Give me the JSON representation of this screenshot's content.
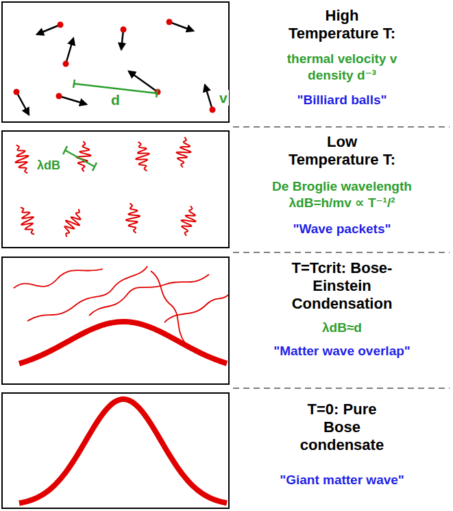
{
  "diagram": {
    "nodes": [
      {
        "text": [
          "High Temperature T:",
          "thermal velocity v density d⁻³",
          "\"Billiard balls\""
        ]
      },
      {
        "text": [
          "Low Temperature T:",
          "De Broglie wavelength λdB=h/mv ∝ T⁻¹/²",
          "\"Wave packets\""
        ]
      },
      {
        "text": [
          "T=Tcrit: Bose-Einstein Condensation",
          "λdB≈d",
          "\"Matter wave overlap\""
        ]
      },
      {
        "text": [
          "T=0: Pure Bose condensate",
          "\"Giant matter wave\""
        ]
      }
    ],
    "labels": [
      "d",
      "v",
      "λdB"
    ]
  }
}
